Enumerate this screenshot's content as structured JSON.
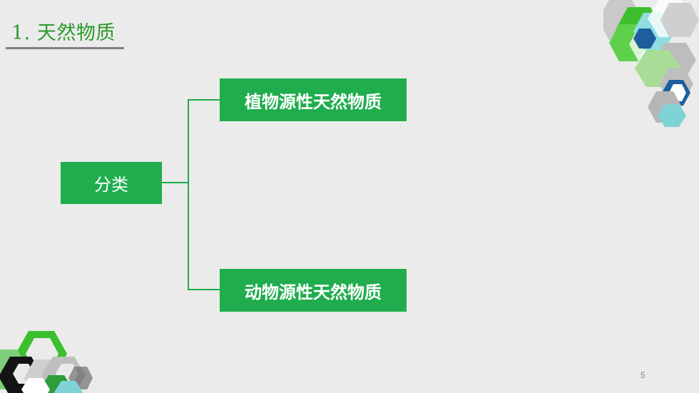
{
  "slide": {
    "title": "1. 天然物质",
    "page_number": "5"
  },
  "diagram": {
    "root": "分类",
    "children": [
      "植物源性天然物质",
      "动物源性天然物质"
    ]
  },
  "colors": {
    "accent_green": "#1fad4e",
    "title_green": "#2a9a2a",
    "background": "#ebebeb",
    "underline_gray": "#7f7f7f"
  }
}
